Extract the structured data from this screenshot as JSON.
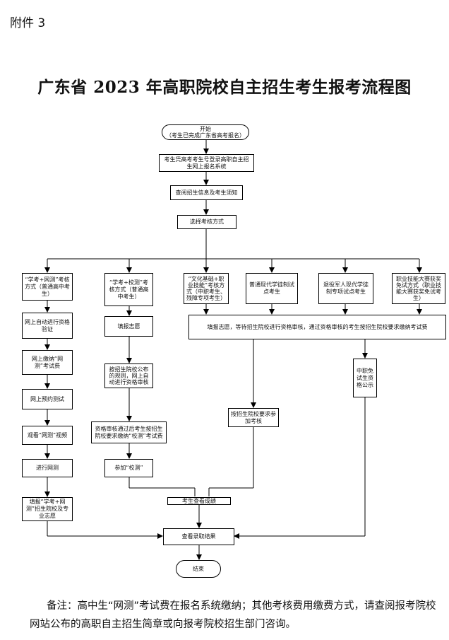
{
  "header": {
    "attachment": "附件 3"
  },
  "title": "广东省 2023 年高职院校自主招生考生报考流程图",
  "flowchart": {
    "start": "开始\n（考生已完成广东省高考报名）",
    "register": "考生凭高考考生号登录高职自主招生网上报名系统",
    "review_info": "查阅招生信息及考生须知",
    "choose_method": "选择考核方式",
    "methods": [
      "“学考+网测”考核方式（普通高中考生）",
      "“学考+校测”考核方式（普通高中考生）",
      "“文化基础+职业技能”考核方式（中职考生、残障专项考生）",
      "普通现代学徒制试点考生",
      "退役军人现代学徒制专项试点考生",
      "职业技能大赛获奖免试方式（职业技能大赛获奖免试考生）"
    ],
    "col1": [
      "网上自动进行资格验证",
      "网上缴纳“网测”考试费",
      "网上预约测试",
      "观看“网测”视频",
      "进行网测",
      "填报“学考+网测”招生院校及专业志愿"
    ],
    "col2": [
      "填报志愿",
      "按招生院校公布的规则，网上自动进行资格审核",
      "资格审核通过后考生按招生院校要求缴纳“校测”考试费",
      "参加“校测”"
    ],
    "merged": "填报志愿，等待招生院校进行资格审核，通过资格审核的考生按招生院校要求缴纳考试费",
    "exam": "按招生院校要求参加考核",
    "exempt": "中职免试生资格公示",
    "check_scores": "考生查看成绩",
    "check_admission": "查看录取结果",
    "end": "结束"
  },
  "note": "备注：高中生“网测”考试费在报名系统缴纳；其他考核费用缴费方式，请查阅报考院校网站公布的高职自主招生简章或向报考院校招生部门咨询。"
}
